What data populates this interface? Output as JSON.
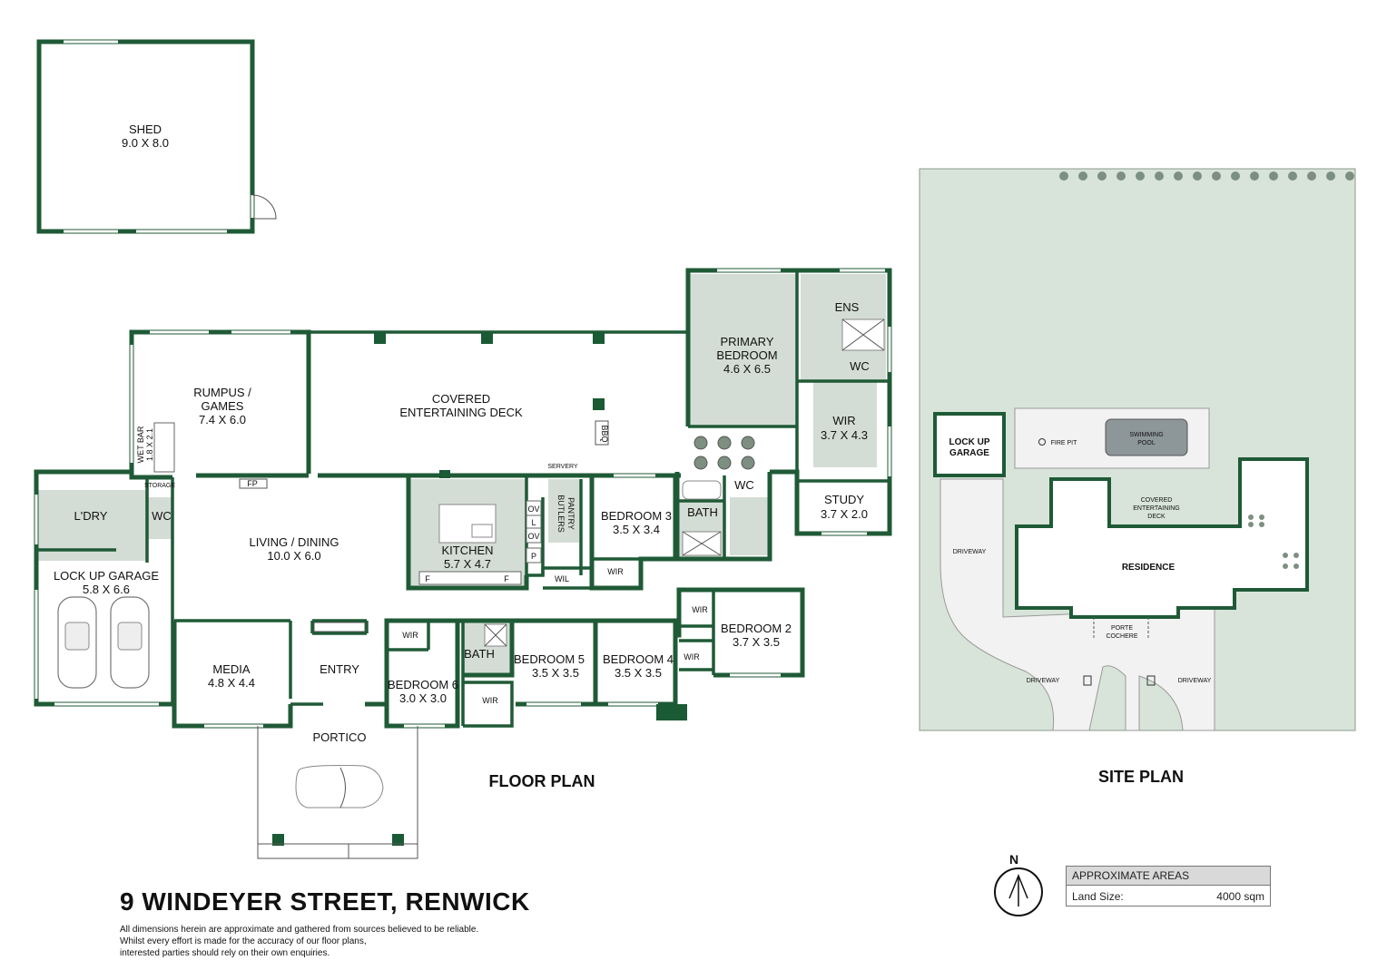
{
  "address": "9 WINDEYER STREET, RENWICK",
  "disclaimer": [
    "All dimensions herein are approximate and gathered from sources believed to be reliable.",
    "Whilst every effort is made for the accuracy of our floor plans,",
    "interested parties should rely on their own enquiries."
  ],
  "floor_plan_title": "FLOOR PLAN",
  "site_plan_title": "SITE PLAN",
  "compass_label": "N",
  "areas": {
    "header": "APPROXIMATE AREAS",
    "land_label": "Land Size:",
    "land_value": "4000 sqm"
  },
  "rooms": {
    "shed": {
      "name": "SHED",
      "dim": "9.0 X 8.0"
    },
    "rumpus_l1": "RUMPUS /",
    "rumpus_l2": "GAMES",
    "rumpus_dim": "7.4 X 6.0",
    "deck_l1": "COVERED",
    "deck_l2": "ENTERTAINING DECK",
    "primary_l1": "PRIMARY",
    "primary_l2": "BEDROOM",
    "primary_dim": "4.6 X 6.5",
    "ens": "ENS",
    "wc": "WC",
    "wir": "WIR",
    "wir_dim": "3.7 X 4.3",
    "study": "STUDY",
    "study_dim": "3.7 X 2.0",
    "bbq": "BBQ",
    "servery": "SERVERY",
    "wetbar": "WET BAR",
    "wetbar_dim": "1.8 X 2.1",
    "storage": "STORAGE",
    "fp": "FP",
    "laundry": "L'DRY",
    "living": "LIVING / DINING",
    "living_dim": "10.0 X 6.0",
    "kitchen": "KITCHEN",
    "kitchen_dim": "5.7 X 4.7",
    "butlers_l1": "BUTLERS",
    "butlers_l2": "PANTRY",
    "ov": "OV",
    "l": "L",
    "p": "P",
    "f": "F",
    "wil": "WIL",
    "bed3": "BEDROOM 3",
    "bed3_dim": "3.5 X 3.4",
    "bath": "BATH",
    "garage": "LOCK UP GARAGE",
    "garage_dim": "5.8 X 6.6",
    "media": "MEDIA",
    "media_dim": "4.8 X 4.4",
    "entry": "ENTRY",
    "portico": "PORTICO",
    "bed6": "BEDROOM 6",
    "bed6_dim": "3.0 X 3.0",
    "bed5": "BEDROOM 5",
    "bed5_dim": "3.5 X 3.5",
    "bed4": "BEDROOM 4",
    "bed4_dim": "3.5 X 3.5",
    "bed2": "BEDROOM 2",
    "bed2_dim": "3.7 X 3.5"
  },
  "site": {
    "garage_l1": "LOCK UP",
    "garage_l2": "GARAGE",
    "fire_pit": "FIRE PIT",
    "pool_l1": "SWIMMING",
    "pool_l2": "POOL",
    "deck_l1": "COVERED",
    "deck_l2": "ENTERTAINING",
    "deck_l3": "DECK",
    "residence": "RESIDENCE",
    "driveway": "DRIVEWAY",
    "porte_l1": "PORTE",
    "porte_l2": "COCHERE"
  },
  "colors": {
    "wall": "#1f5a36",
    "wet_area": "#d4ddd5",
    "site_land": "#d8e4d9"
  }
}
